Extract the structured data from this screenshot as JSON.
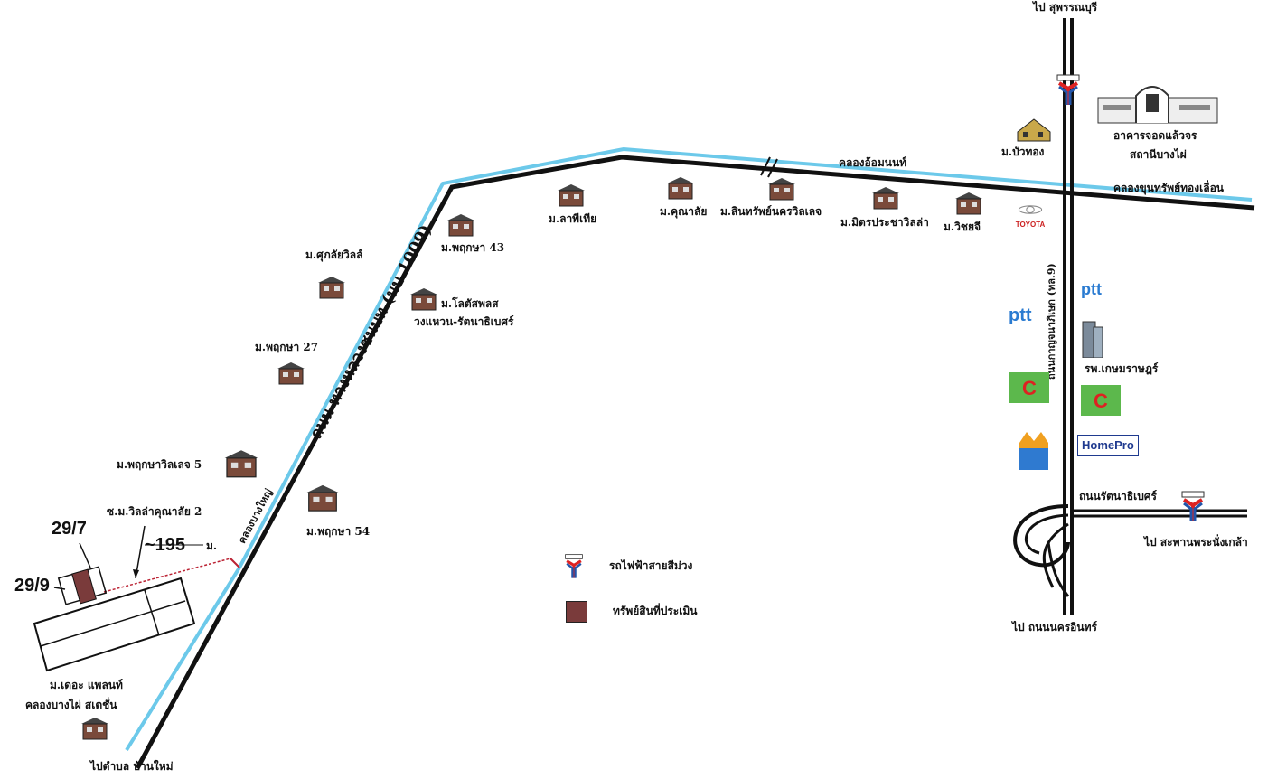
{
  "roads": {
    "to_suphanburi": "ไป สุพรรณบุรี",
    "to_nonthaburi_road": "ไป ถนนนครอินทร์",
    "rattanathibet_road": "ถนนรัตนาธิเบศร์",
    "to_phra_nang_klao_bridge": "ไป สะพานพระนั่งเกล้า",
    "kanchanaphisek_road": "ถนนกาญจนาภิเษก (ทล.9)",
    "main_road": "ถนน ทางหลวงชนบท (นบ.1009)",
    "to_ban_kluay": "ไปตำบล บ้านใหม่"
  },
  "canals": {
    "khlong_ommanon": "คลองอ้อมนนท์",
    "khlong_bang_yai_link": "คลองบางใหญ่",
    "khlong_bang_yai_vertical": "คลองบางใหญ่",
    "khlong_thawi_watthana": "คลองขุนทรัพย์ทองเลื่อน"
  },
  "villages": [
    {
      "id": "laeko",
      "label": "ม.ลาพีเทีย"
    },
    {
      "id": "khunalai",
      "label": "ม.คุณาลัย"
    },
    {
      "id": "sinthavee",
      "label": "ม.สินทรัพย์นครวิลเลจ"
    },
    {
      "id": "mitpracha",
      "label": "ม.มิตรประชาวิลล่า"
    },
    {
      "id": "wichai",
      "label": "ม.วิชยจี"
    },
    {
      "id": "bua_thong",
      "label": "ม.บัวทอง"
    },
    {
      "id": "phruksa43",
      "label": "ม.พฤกษา 43"
    },
    {
      "id": "sukwilla",
      "label": "ม.ศุภลัยวิลล์"
    },
    {
      "id": "lotus",
      "label": "ม.โลตัสพลส"
    },
    {
      "id": "lotus2",
      "label": "วงแหวน-รัตนาธิเบศร์"
    },
    {
      "id": "phruksa27",
      "label": "ม.พฤกษา 27"
    },
    {
      "id": "phruksaville5",
      "label": "ม.พฤกษาวิลเลจ 5"
    },
    {
      "id": "phruksa54",
      "label": "ม.พฤกษา 54"
    },
    {
      "id": "the_plant1",
      "label": "ม.เดอะ แพลนท์"
    },
    {
      "id": "the_plant2",
      "label": "คลองบางไผ่ สเตชั่น"
    }
  ],
  "landmarks": {
    "depot": "อาคารจอดแล้วจร",
    "depot2": "สถานีบางไผ่",
    "hospital": "รพ.เกษมราษฎร์",
    "toyota": "TOYOTA",
    "ptt": "ptt",
    "homepro": "HomePro"
  },
  "subject": {
    "soi": "ซ.ม.วิลล่าคุณาลัย 2",
    "distance": "~195",
    "distance_unit": "ม.",
    "plot_a": "29/7",
    "plot_b": "29/9"
  },
  "legend": {
    "items": [
      {
        "label": "รถไฟฟ้าสายสีม่วง",
        "icon": "bts-train-icon"
      },
      {
        "label": "ทรัพย์สินที่ประเมิน",
        "icon": "property-square-icon"
      }
    ]
  },
  "colors": {
    "road": "#111111",
    "canal": "#6cc9ea",
    "property": "#7a3b3b",
    "house": "#7a4a3a",
    "ptt": "#2a7bd1",
    "seven": "#d22a1e",
    "homepro": "#1f3a8f"
  }
}
